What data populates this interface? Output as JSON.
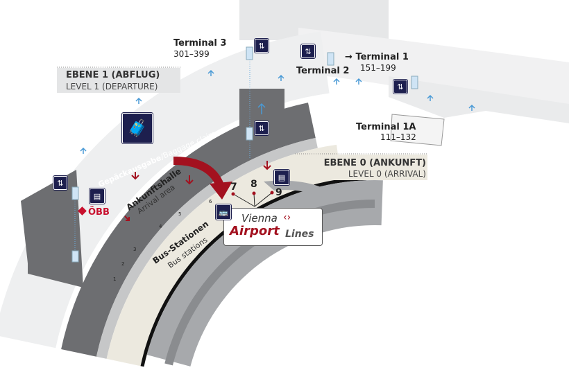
{
  "terminals": {
    "t3": {
      "name": "Terminal 3",
      "gates": "301–399"
    },
    "t2": {
      "name": "Terminal 2"
    },
    "t1": {
      "arrow": "→",
      "name": "Terminal 1",
      "gates": "151–199"
    },
    "t1a": {
      "name": "Terminal 1A",
      "gates": "111–132"
    }
  },
  "levels": {
    "departure": {
      "de": "EBENE 1 (ABFLUG)",
      "en": "LEVEL 1 (DEPARTURE)"
    },
    "arrival": {
      "de": "EBENE 0 (ANKUNFT)",
      "en": "LEVEL 0 (ARRIVAL)"
    }
  },
  "areas": {
    "baggage": {
      "de": "Gepäckausgabe",
      "sep": "/",
      "en": "Baggage claim area"
    },
    "arrival_hall": {
      "de": "Ankunftshalle",
      "en": "Arrival area"
    },
    "bus": {
      "de": "Bus-Stationen",
      "en": "Bus stations"
    }
  },
  "bus_stops": [
    "1",
    "2",
    "3",
    "4",
    "5",
    "6"
  ],
  "airport_lines_stops": [
    "7",
    "8",
    "9"
  ],
  "brand": {
    "line1": "Vienna",
    "line2a": "Airport",
    "line2b": "Lines"
  },
  "rail": {
    "name": "ÖBB"
  },
  "colors": {
    "navy": "#1d1f4e",
    "red": "#a3111f",
    "dark_gray": "#6d6e71",
    "beige": "#ece9df",
    "light_gray": "#e4e5e6"
  }
}
